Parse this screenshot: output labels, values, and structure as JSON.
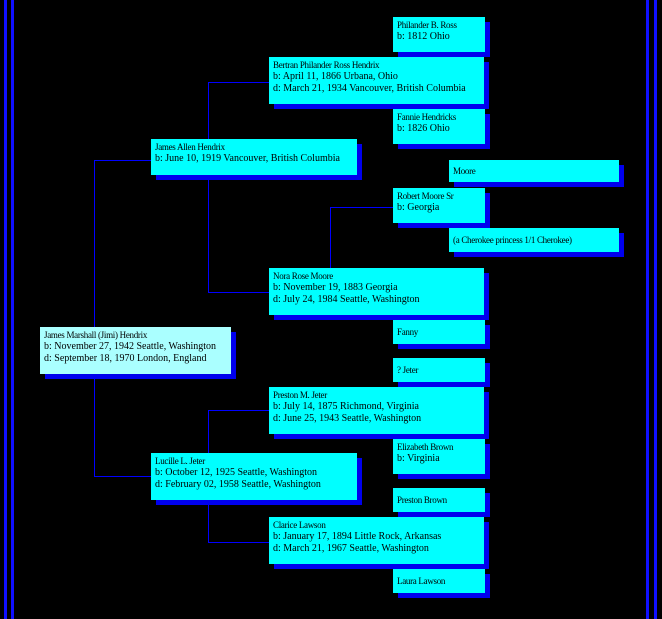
{
  "people": {
    "root": {
      "name": "James Marshall (Jimi) Hendrix",
      "birth": "b: November 27, 1942 Seattle, Washington",
      "death": "d: September 18, 1970 London, England"
    },
    "father": {
      "name": "James Allen Hendrix",
      "birth": "b: June 10, 1919 Vancouver, British Columbia"
    },
    "mother": {
      "name": "Lucille L. Jeter",
      "birth": "b: October 12, 1925 Seattle, Washington",
      "death": "d: February 02, 1958 Seattle, Washington"
    },
    "pgf": {
      "name": "Bertran Philander Ross Hendrix",
      "birth": "b: April 11, 1866 Urbana, Ohio",
      "death": "d: March 21, 1934 Vancouver, British Columbia"
    },
    "pgm": {
      "name": "Nora Rose Moore",
      "birth": "b: November 19, 1883 Georgia",
      "death": "d: July 24, 1984 Seattle, Washington"
    },
    "mgf": {
      "name": "Preston M. Jeter",
      "birth": "b: July 14, 1875 Richmond, Virginia",
      "death": "d: June 25, 1943 Seattle, Washington"
    },
    "mgm": {
      "name": "Clarice Lawson",
      "birth": "b: January 17, 1894 Little Rock, Arkansas",
      "death": "d: March 21, 1967 Seattle, Washington"
    },
    "ggf1": {
      "name": "Philander B. Ross",
      "birth": "b: 1812 Ohio"
    },
    "ggm1": {
      "name": "Fannie Hendricks",
      "birth": "b: 1826 Ohio"
    },
    "ggf2": {
      "name": "Robert Moore Sr",
      "birth": "b: Georgia"
    },
    "ggm2": {
      "name": "Fanny"
    },
    "ggf3": {
      "name": "? Jeter"
    },
    "ggm3": {
      "name": "Elizabeth Brown",
      "birth": "b: Virginia"
    },
    "ggf4": {
      "name": "Preston Brown"
    },
    "ggm4": {
      "name": "Laura Lawson"
    },
    "gggf": {
      "name": "Moore"
    },
    "gggm": {
      "name": "(a Cherokee princess 1/1 Cherokee)"
    }
  }
}
